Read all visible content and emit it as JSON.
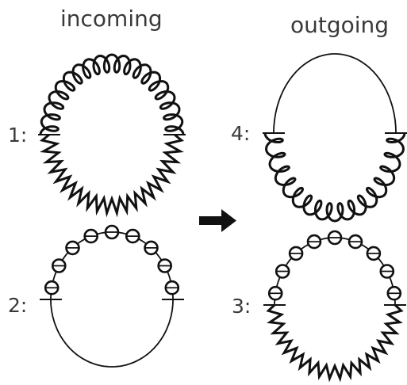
{
  "titles": {
    "incoming": "incoming",
    "outgoing": "outgoing"
  },
  "panels": {
    "p1": {
      "label": "1:"
    },
    "p2": {
      "label": "2:"
    },
    "p3": {
      "label": "3:"
    },
    "p4": {
      "label": "4:"
    }
  },
  "colors": {
    "stroke": "#111111",
    "text": "#3a3a3a",
    "background": "#ffffff"
  },
  "icons": {
    "transition": "right-arrow-icon"
  }
}
